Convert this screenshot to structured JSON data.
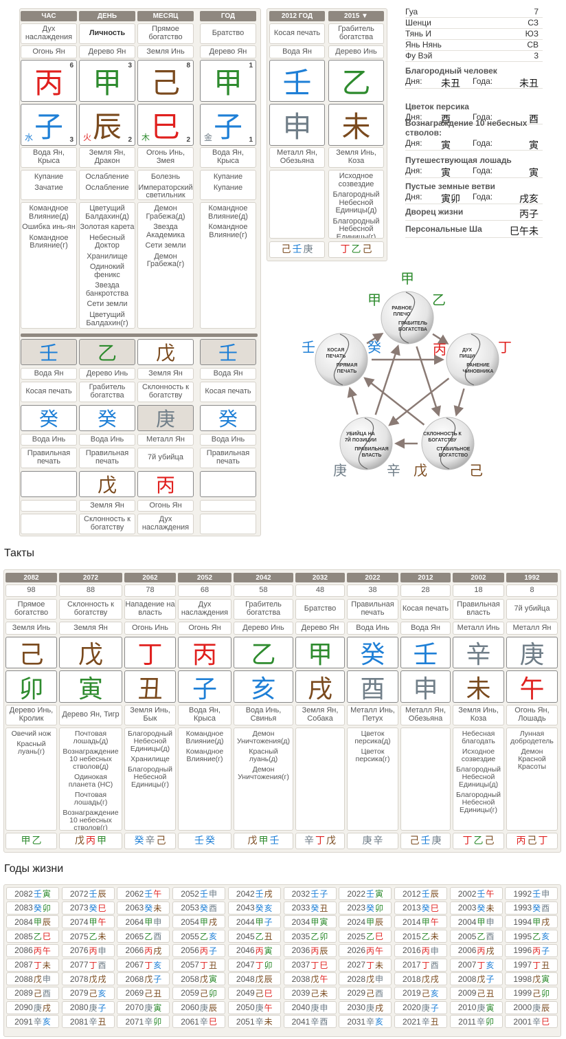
{
  "colors": {
    "fire": "#e0201e",
    "wood": "#2e8b2e",
    "earth": "#7a4a1e",
    "metal": "#707e88",
    "water": "#1e7fd6"
  },
  "pillars": {
    "headers": [
      "ЧАС",
      "ДЕНЬ",
      "МЕСЯЦ",
      "ГОД"
    ],
    "stars": [
      "Дух наслаждения",
      "Личность",
      "Прямое богатство",
      "Братство"
    ],
    "stem_el": [
      "Огонь Ян",
      "Дерево Ян",
      "Земля Инь",
      "Дерево Ян"
    ],
    "stems": [
      {
        "ch": "丙",
        "c": "fire",
        "n": "6"
      },
      {
        "ch": "甲",
        "c": "wood",
        "n": "3"
      },
      {
        "ch": "己",
        "c": "earth",
        "n": "8"
      },
      {
        "ch": "甲",
        "c": "wood",
        "n": "1"
      }
    ],
    "branches": [
      {
        "ch": "子",
        "c": "water",
        "n": "3",
        "el": "水",
        "ec": "water"
      },
      {
        "ch": "辰",
        "c": "earth",
        "n": "2",
        "el": "火",
        "ec": "fire"
      },
      {
        "ch": "巳",
        "c": "fire",
        "n": "2",
        "el": "木",
        "ec": "wood"
      },
      {
        "ch": "子",
        "c": "water",
        "n": "1",
        "el": "金",
        "ec": "metal"
      }
    ],
    "branch_el": [
      "Вода Ян, Крыса",
      "Земля Ян, Дракон",
      "Огонь Инь, Змея",
      "Вода Ян, Крыса"
    ],
    "phase": [
      [
        "Купание",
        "Зачатие"
      ],
      [
        "Ослабление",
        "Ослабление"
      ],
      [
        "Болезнь",
        "Императорский светильник"
      ],
      [
        "Купание",
        "Купание"
      ]
    ],
    "symbolic": [
      [
        "Командное Влияние(д)",
        "Ошибка инь-ян",
        "Командное Влияние(г)"
      ],
      [
        "Цветущий Балдахин(д)",
        "Золотая карета",
        "Небесный Доктор",
        "Хранилище",
        "Одинокий феникс",
        "Звезда банкротства",
        "Сети земли",
        "Цветущий Балдахин(г)"
      ],
      [
        "Демон Грабежа(д)",
        "Звезда Академика",
        "Сети земли",
        "Демон Грабежа(г)"
      ],
      [
        "Командное Влияние(д)",
        "Командное Влияние(г)"
      ]
    ],
    "hidden1": [
      {
        "ch": "壬",
        "c": "water"
      },
      {
        "ch": "乙",
        "c": "wood"
      },
      {
        "ch": "戊",
        "c": "earth"
      },
      {
        "ch": "壬",
        "c": "water"
      }
    ],
    "hidden1_el": [
      "Вода Ян",
      "Дерево Инь",
      "Земля Ян",
      "Вода Ян"
    ],
    "hidden1_star": [
      "Косая печать",
      "Грабитель богатства",
      "Склонность к богатству",
      "Косая печать"
    ],
    "hidden2": [
      {
        "ch": "癸",
        "c": "water"
      },
      {
        "ch": "癸",
        "c": "water"
      },
      {
        "ch": "庚",
        "c": "metal"
      },
      {
        "ch": "癸",
        "c": "water"
      }
    ],
    "hidden2_el": [
      "Вода Инь",
      "Вода Инь",
      "Металл Ян",
      "Вода Инь"
    ],
    "hidden2_star": [
      "Правильная печать",
      "Правильная печать",
      "7й убийца",
      "Правильная печать"
    ],
    "hidden3": [
      {
        "ch": "",
        "c": "earth"
      },
      {
        "ch": "戊",
        "c": "earth"
      },
      {
        "ch": "丙",
        "c": "fire"
      },
      {
        "ch": "",
        "c": "earth"
      }
    ],
    "hidden3_el": [
      "",
      "Земля Ян",
      "Огонь Ян",
      ""
    ],
    "hidden3_star": [
      "",
      "Склонность к богатству",
      "Дух наслаждения",
      ""
    ]
  },
  "current": {
    "headers": [
      "2012 ГОД",
      "2015 ▼"
    ],
    "stars": [
      "Косая печать",
      "Грабитель богатства"
    ],
    "stem_el": [
      "Вода Ян",
      "Дерево Инь"
    ],
    "stems": [
      {
        "ch": "壬",
        "c": "water"
      },
      {
        "ch": "乙",
        "c": "wood"
      }
    ],
    "branches": [
      {
        "ch": "申",
        "c": "metal"
      },
      {
        "ch": "未",
        "c": "earth"
      }
    ],
    "branch_el": [
      "Металл Ян, Обезьяна",
      "Земля Инь, Коза"
    ],
    "symbolic": [
      [],
      [
        "Исходное созвездие",
        "Благородный Небесной Единицы(д)",
        "Благородный Небесной Единицы(г)"
      ]
    ],
    "hidden": [
      [
        {
          "ch": "己",
          "c": "earth"
        },
        {
          "ch": "壬",
          "c": "water"
        },
        {
          "ch": "庚",
          "c": "metal"
        }
      ],
      [
        {
          "ch": "丁",
          "c": "fire"
        },
        {
          "ch": "乙",
          "c": "wood"
        },
        {
          "ch": "己",
          "c": "earth"
        }
      ]
    ]
  },
  "info": {
    "rows": [
      {
        "k": "Гуа",
        "v": "7"
      },
      {
        "k": "Шенци",
        "v": "СЗ"
      },
      {
        "k": "Тянь И",
        "v": "ЮЗ"
      },
      {
        "k": "Янь Нянь",
        "v": "СВ"
      },
      {
        "k": "Фу Вэй",
        "v": "3"
      }
    ],
    "stars": [
      {
        "title": "Благородный человек",
        "day_l": "Дня:",
        "day": "未丑",
        "year_l": "Года:",
        "year": "未丑"
      },
      {
        "title": "Цветок персика",
        "day_l": "Дня:",
        "day": "酉",
        "year_l": "Года:",
        "year": "酉"
      },
      {
        "title": "Вознаграждение 10 небесных стволов:",
        "day_l": "Дня:",
        "day": "寅",
        "year_l": "Года:",
        "year": "寅"
      },
      {
        "title": "Путешествующая лошадь",
        "day_l": "Дня:",
        "day": "寅",
        "year_l": "Года:",
        "year": "寅"
      },
      {
        "title": "Пустые земные ветви",
        "day_l": "Дня:",
        "day": "寅卯",
        "year_l": "Года:",
        "year": "戌亥"
      }
    ],
    "palace": {
      "title": "Дворец жизни",
      "v": "丙子"
    },
    "sha": {
      "title": "Персональные Ша",
      "v": "巳午未"
    }
  },
  "diagram": {
    "circles": [
      {
        "top": "РАВНОЕ ПЛЕЧО",
        "bottom": "ГРАБИТЕЛЬ БОГАТСТВА"
      },
      {
        "top": "ДУХ ПИЩИ",
        "bottom": "РАНЕНИЕ ЧИНОВНИКА"
      },
      {
        "top": "СКЛОННОСТЬ К БОГАТСТВУ",
        "bottom": "СТАБИЛЬНОЕ БОГАТСТВО"
      },
      {
        "top": "УБИЙЦА НА 7Й ПОЗИЦИИ",
        "bottom": "ПРАВИЛЬНАЯ ВЛАСТЬ"
      },
      {
        "top": "КОСАЯ ПЕЧАТЬ",
        "bottom": "ПРЯМАЯ ПЕЧАТЬ"
      }
    ],
    "chars": [
      {
        "ch": "甲",
        "c": "wood"
      },
      {
        "ch": "甲",
        "c": "wood"
      },
      {
        "ch": "乙",
        "c": "wood"
      },
      {
        "ch": "丙",
        "c": "fire"
      },
      {
        "ch": "丁",
        "c": "fire"
      },
      {
        "ch": "戊",
        "c": "earth"
      },
      {
        "ch": "己",
        "c": "earth"
      },
      {
        "ch": "庚",
        "c": "metal"
      },
      {
        "ch": "辛",
        "c": "metal"
      },
      {
        "ch": "壬",
        "c": "water"
      },
      {
        "ch": "癸",
        "c": "water"
      }
    ]
  },
  "takty": {
    "title": "Такты",
    "years": [
      "2082",
      "2072",
      "2062",
      "2052",
      "2042",
      "2032",
      "2022",
      "2012",
      "2002",
      "1992"
    ],
    "ages": [
      "98",
      "88",
      "78",
      "68",
      "58",
      "48",
      "38",
      "28",
      "18",
      "8"
    ],
    "stars": [
      "Прямое богатство",
      "Склонность к богатству",
      "Нападение на власть",
      "Дух наслаждения",
      "Грабитель богатства",
      "Братство",
      "Правильная печать",
      "Косая печать",
      "Правильная власть",
      "7й убийца"
    ],
    "stem_el": [
      "Земля Инь",
      "Земля Ян",
      "Огонь Инь",
      "Огонь Ян",
      "Дерево Инь",
      "Дерево Ян",
      "Вода Инь",
      "Вода Ян",
      "Металл Инь",
      "Металл Ян"
    ],
    "stems": [
      {
        "ch": "己",
        "c": "earth"
      },
      {
        "ch": "戊",
        "c": "earth"
      },
      {
        "ch": "丁",
        "c": "fire"
      },
      {
        "ch": "丙",
        "c": "fire"
      },
      {
        "ch": "乙",
        "c": "wood"
      },
      {
        "ch": "甲",
        "c": "wood"
      },
      {
        "ch": "癸",
        "c": "water"
      },
      {
        "ch": "壬",
        "c": "water"
      },
      {
        "ch": "辛",
        "c": "metal"
      },
      {
        "ch": "庚",
        "c": "metal"
      }
    ],
    "branches": [
      {
        "ch": "卯",
        "c": "wood"
      },
      {
        "ch": "寅",
        "c": "wood"
      },
      {
        "ch": "丑",
        "c": "earth"
      },
      {
        "ch": "子",
        "c": "water"
      },
      {
        "ch": "亥",
        "c": "water"
      },
      {
        "ch": "戌",
        "c": "earth"
      },
      {
        "ch": "酉",
        "c": "metal"
      },
      {
        "ch": "申",
        "c": "metal"
      },
      {
        "ch": "未",
        "c": "earth"
      },
      {
        "ch": "午",
        "c": "fire"
      }
    ],
    "branch_el": [
      "Дерево Инь, Кролик",
      "Дерево Ян, Тигр",
      "Земля Инь, Бык",
      "Вода Ян, Крыса",
      "Вода Инь, Свинья",
      "Земля Ян, Собака",
      "Металл Инь, Петух",
      "Металл Ян, Обезьяна",
      "Земля Инь, Коза",
      "Огонь Ян, Лошадь"
    ],
    "symbolic": [
      [
        "Овечий нож",
        "Красный луань(г)"
      ],
      [
        "Почтовая лошадь(д)",
        "Вознаграждение 10 небесных стволов(д)",
        "Одинокая планета (НС)",
        "Почтовая лошадь(г)",
        "Вознаграждение 10 небесных стволов(г)"
      ],
      [
        "Благородный Небесной Единицы(д)",
        "Хранилище",
        "Благородный Небесной Единицы(г)"
      ],
      [
        "Командное Влияние(д)",
        "Командное Влияние(г)"
      ],
      [
        "Демон Уничтожения(д)",
        "Красный луань(д)",
        "Демон Уничтожения(г)"
      ],
      [],
      [
        "Цветок персика(д)",
        "Цветок персика(г)"
      ],
      [],
      [
        "Небесная благодать",
        "Исходное созвездие",
        "Благородный Небесной Единицы(д)",
        "Благородный Небесной Единицы(г)"
      ],
      [
        "Лунная добродетель",
        "Демон Красной Красоты"
      ]
    ],
    "hidden": [
      [
        {
          "ch": "甲",
          "c": "wood"
        },
        {
          "ch": "乙",
          "c": "wood"
        }
      ],
      [
        {
          "ch": "戊",
          "c": "earth"
        },
        {
          "ch": "丙",
          "c": "fire"
        },
        {
          "ch": "甲",
          "c": "wood"
        }
      ],
      [
        {
          "ch": "癸",
          "c": "water"
        },
        {
          "ch": "辛",
          "c": "metal"
        },
        {
          "ch": "己",
          "c": "earth"
        }
      ],
      [
        {
          "ch": "壬",
          "c": "water"
        },
        {
          "ch": "癸",
          "c": "water"
        }
      ],
      [
        {
          "ch": "戊",
          "c": "earth"
        },
        {
          "ch": "甲",
          "c": "wood"
        },
        {
          "ch": "壬",
          "c": "water"
        }
      ],
      [
        {
          "ch": "辛",
          "c": "metal"
        },
        {
          "ch": "丁",
          "c": "fire"
        },
        {
          "ch": "戊",
          "c": "earth"
        }
      ],
      [
        {
          "ch": "庚",
          "c": "metal"
        },
        {
          "ch": "辛",
          "c": "metal"
        }
      ],
      [
        {
          "ch": "己",
          "c": "earth"
        },
        {
          "ch": "壬",
          "c": "water"
        },
        {
          "ch": "庚",
          "c": "metal"
        }
      ],
      [
        {
          "ch": "丁",
          "c": "fire"
        },
        {
          "ch": "乙",
          "c": "wood"
        },
        {
          "ch": "己",
          "c": "earth"
        }
      ],
      [
        {
          "ch": "丙",
          "c": "fire"
        },
        {
          "ch": "己",
          "c": "earth"
        },
        {
          "ch": "丁",
          "c": "fire"
        }
      ]
    ]
  },
  "years": {
    "title": "Годы жизни",
    "columns": [
      [
        "2082 壬寅",
        "2083 癸卯",
        "2084 甲辰",
        "2085 乙巳",
        "2086 丙午",
        "2087 丁未",
        "2088 戊申",
        "2089 己酉",
        "2090 庚戌",
        "2091 辛亥"
      ],
      [
        "2072 壬辰",
        "2073 癸巳",
        "2074 甲午",
        "2075 乙未",
        "2076 丙申",
        "2077 丁酉",
        "2078 戊戌",
        "2079 己亥",
        "2080 庚子",
        "2081 辛丑"
      ],
      [
        "2062 壬午",
        "2063 癸未",
        "2064 甲申",
        "2065 乙酉",
        "2066 丙戌",
        "2067 丁亥",
        "2068 戊子",
        "2069 己丑",
        "2070 庚寅",
        "2071 辛卯"
      ],
      [
        "2052 壬申",
        "2053 癸酉",
        "2054 甲戌",
        "2055 乙亥",
        "2056 丙子",
        "2057 丁丑",
        "2058 戊寅",
        "2059 己卯",
        "2060 庚辰",
        "2061 辛巳"
      ],
      [
        "2042 壬戌",
        "2043 癸亥",
        "2044 甲子",
        "2045 乙丑",
        "2046 丙寅",
        "2047 丁卯",
        "2048 戊辰",
        "2049 己巳",
        "2050 庚午",
        "2051 辛未"
      ],
      [
        "2032 壬子",
        "2033 癸丑",
        "2034 甲寅",
        "2035 乙卯",
        "2036 丙辰",
        "2037 丁巳",
        "2038 戊午",
        "2039 己未",
        "2040 庚申",
        "2041 辛酉"
      ],
      [
        "2022 壬寅",
        "2023 癸卯",
        "2024 甲辰",
        "2025 乙巳",
        "2026 丙午",
        "2027 丁未",
        "2028 戊申",
        "2029 己酉",
        "2030 庚戌",
        "2031 辛亥"
      ],
      [
        "2012 壬辰",
        "2013 癸巳",
        "2014 甲午",
        "2015 乙未",
        "2016 丙申",
        "2017 丁酉",
        "2018 戊戌",
        "2019 己亥",
        "2020 庚子",
        "2021 辛丑"
      ],
      [
        "2002 壬午",
        "2003 癸未",
        "2004 甲申",
        "2005 乙酉",
        "2006 丙戌",
        "2007 丁亥",
        "2008 戊子",
        "2009 己丑",
        "2010 庚寅",
        "2011 辛卯"
      ],
      [
        "1992 壬申",
        "1993 癸酉",
        "1994 甲戌",
        "1995 乙亥",
        "1996 丙子",
        "1997 丁丑",
        "1998 戊寅",
        "1999 己卯",
        "2000 庚辰",
        "2001 辛巳"
      ]
    ]
  }
}
